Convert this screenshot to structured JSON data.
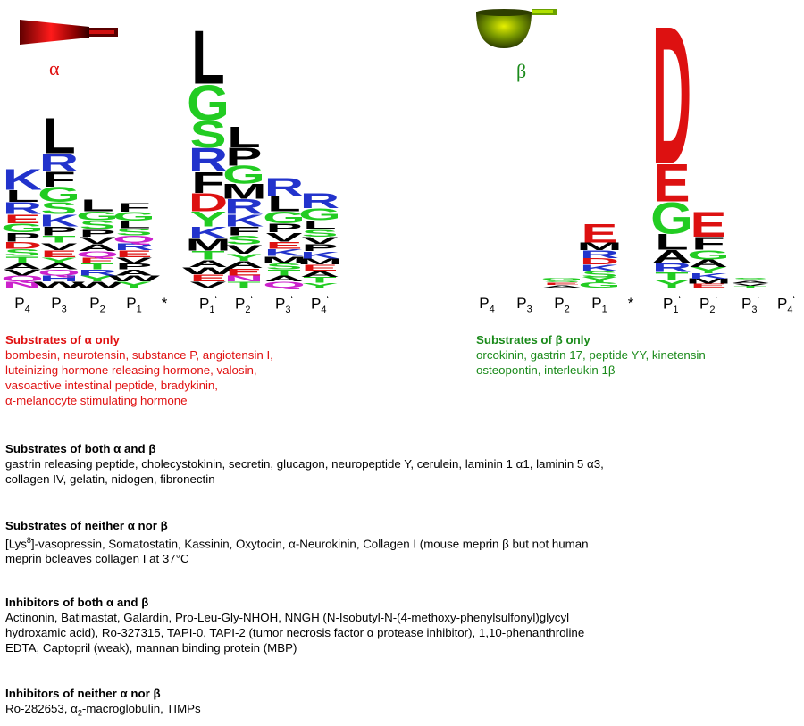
{
  "alpha_symbol": "α",
  "beta_symbol": "β",
  "positions_alpha": [
    {
      "base": "P",
      "sub": "4",
      "sup": ""
    },
    {
      "base": "P",
      "sub": "3",
      "sup": ""
    },
    {
      "base": "P",
      "sub": "2",
      "sup": ""
    },
    {
      "base": "P",
      "sub": "1",
      "sup": ""
    },
    {
      "base": "*",
      "sub": "",
      "sup": ""
    },
    {
      "base": "P",
      "sub": "1",
      "sup": "‘"
    },
    {
      "base": "P",
      "sub": "2",
      "sup": "‘"
    },
    {
      "base": "P",
      "sub": "3",
      "sup": "‘"
    },
    {
      "base": "P",
      "sub": "4",
      "sup": "‘"
    }
  ],
  "positions_beta": [
    {
      "base": "P",
      "sub": "4",
      "sup": ""
    },
    {
      "base": "P",
      "sub": "3",
      "sup": ""
    },
    {
      "base": "P",
      "sub": "2",
      "sup": ""
    },
    {
      "base": "P",
      "sub": "1",
      "sup": ""
    },
    {
      "base": "*",
      "sub": "",
      "sup": ""
    },
    {
      "base": "P",
      "sub": "1",
      "sup": "‘"
    },
    {
      "base": "P",
      "sub": "2",
      "sup": "‘"
    },
    {
      "base": "P",
      "sub": "3",
      "sup": "‘"
    },
    {
      "base": "P",
      "sub": "4",
      "sup": "‘"
    }
  ],
  "logo_alpha": [
    {
      "pos": "P4",
      "letters": [
        [
          "K",
          0.035,
          "#2233cc"
        ],
        [
          "L",
          0.02,
          "#000"
        ],
        [
          "R",
          0.02,
          "#2233cc"
        ],
        [
          "E",
          0.015,
          "#dd1111"
        ],
        [
          "G",
          0.015,
          "#22cc22"
        ],
        [
          "P",
          0.015,
          "#000"
        ],
        [
          "D",
          0.012,
          "#dd1111"
        ],
        [
          "S",
          0.012,
          "#22cc22"
        ],
        [
          "T",
          0.012,
          "#22cc22"
        ],
        [
          "A",
          0.01,
          "#000"
        ],
        [
          "V",
          0.01,
          "#000"
        ],
        [
          "Q",
          0.01,
          "#cc22cc"
        ],
        [
          "N",
          0.01,
          "#cc22cc"
        ]
      ]
    },
    {
      "pos": "P3",
      "letters": [
        [
          "L",
          0.06,
          "#000"
        ],
        [
          "R",
          0.03,
          "#2233cc"
        ],
        [
          "F",
          0.025,
          "#000"
        ],
        [
          "G",
          0.025,
          "#22cc22"
        ],
        [
          "S",
          0.02,
          "#22cc22"
        ],
        [
          "K",
          0.02,
          "#2233cc"
        ],
        [
          "P",
          0.015,
          "#000"
        ],
        [
          "T",
          0.012,
          "#22cc22"
        ],
        [
          "V",
          0.012,
          "#000"
        ],
        [
          "E",
          0.012,
          "#dd1111"
        ],
        [
          "Y",
          0.01,
          "#22cc22"
        ],
        [
          "A",
          0.01,
          "#000"
        ],
        [
          "Q",
          0.01,
          "#cc22cc"
        ],
        [
          "H",
          0.01,
          "#2233cc"
        ],
        [
          "W",
          0.01,
          "#000"
        ]
      ]
    },
    {
      "pos": "P2",
      "letters": [
        [
          "L",
          0.02,
          "#000"
        ],
        [
          "G",
          0.015,
          "#22cc22"
        ],
        [
          "S",
          0.015,
          "#22cc22"
        ],
        [
          "P",
          0.012,
          "#000"
        ],
        [
          "V",
          0.012,
          "#000"
        ],
        [
          "A",
          0.012,
          "#000"
        ],
        [
          "Q",
          0.01,
          "#cc22cc"
        ],
        [
          "E",
          0.01,
          "#dd1111"
        ],
        [
          "T",
          0.01,
          "#22cc22"
        ],
        [
          "R",
          0.01,
          "#2233cc"
        ],
        [
          "Y",
          0.01,
          "#22cc22"
        ],
        [
          "W",
          0.01,
          "#000"
        ]
      ]
    },
    {
      "pos": "P1",
      "letters": [
        [
          "F",
          0.015,
          "#000"
        ],
        [
          "G",
          0.015,
          "#22cc22"
        ],
        [
          "L",
          0.012,
          "#000"
        ],
        [
          "S",
          0.012,
          "#22cc22"
        ],
        [
          "Q",
          0.012,
          "#cc22cc"
        ],
        [
          "R",
          0.012,
          "#2233cc"
        ],
        [
          "E",
          0.012,
          "#dd1111"
        ],
        [
          "V",
          0.01,
          "#000"
        ],
        [
          "P",
          0.01,
          "#000"
        ],
        [
          "A",
          0.01,
          "#000"
        ],
        [
          "W",
          0.01,
          "#000"
        ],
        [
          "Y",
          0.01,
          "#22cc22"
        ]
      ]
    },
    {
      "pos": "P1'",
      "letters": [
        [
          "L",
          0.09,
          "#000"
        ],
        [
          "G",
          0.06,
          "#22cc22"
        ],
        [
          "S",
          0.045,
          "#22cc22"
        ],
        [
          "R",
          0.04,
          "#2233cc"
        ],
        [
          "F",
          0.035,
          "#000"
        ],
        [
          "D",
          0.03,
          "#dd1111"
        ],
        [
          "Y",
          0.025,
          "#22cc22"
        ],
        [
          "K",
          0.02,
          "#2233cc"
        ],
        [
          "M",
          0.02,
          "#000"
        ],
        [
          "T",
          0.015,
          "#22cc22"
        ],
        [
          "A",
          0.012,
          "#000"
        ],
        [
          "W",
          0.012,
          "#000"
        ],
        [
          "E",
          0.012,
          "#dd1111"
        ],
        [
          "V",
          0.01,
          "#000"
        ]
      ]
    },
    {
      "pos": "P2'",
      "letters": [
        [
          "L",
          0.035,
          "#000"
        ],
        [
          "P",
          0.03,
          "#000"
        ],
        [
          "G",
          0.03,
          "#22cc22"
        ],
        [
          "M",
          0.025,
          "#000"
        ],
        [
          "R",
          0.025,
          "#2233cc"
        ],
        [
          "K",
          0.02,
          "#2233cc"
        ],
        [
          "F",
          0.015,
          "#000"
        ],
        [
          "S",
          0.015,
          "#22cc22"
        ],
        [
          "V",
          0.015,
          "#000"
        ],
        [
          "Y",
          0.012,
          "#22cc22"
        ],
        [
          "A",
          0.012,
          "#000"
        ],
        [
          "E",
          0.012,
          "#dd1111"
        ],
        [
          "N",
          0.01,
          "#cc22cc"
        ],
        [
          "T",
          0.01,
          "#22cc22"
        ]
      ]
    },
    {
      "pos": "P3'",
      "letters": [
        [
          "R",
          0.03,
          "#2233cc"
        ],
        [
          "L",
          0.025,
          "#000"
        ],
        [
          "G",
          0.02,
          "#22cc22"
        ],
        [
          "P",
          0.015,
          "#000"
        ],
        [
          "V",
          0.015,
          "#000"
        ],
        [
          "E",
          0.012,
          "#dd1111"
        ],
        [
          "K",
          0.012,
          "#2233cc"
        ],
        [
          "M",
          0.012,
          "#000"
        ],
        [
          "S",
          0.01,
          "#22cc22"
        ],
        [
          "T",
          0.01,
          "#22cc22"
        ],
        [
          "A",
          0.01,
          "#000"
        ],
        [
          "Q",
          0.01,
          "#cc22cc"
        ]
      ]
    },
    {
      "pos": "P4'",
      "letters": [
        [
          "R",
          0.025,
          "#2233cc"
        ],
        [
          "G",
          0.02,
          "#22cc22"
        ],
        [
          "L",
          0.015,
          "#000"
        ],
        [
          "S",
          0.012,
          "#22cc22"
        ],
        [
          "V",
          0.012,
          "#000"
        ],
        [
          "P",
          0.012,
          "#000"
        ],
        [
          "K",
          0.012,
          "#2233cc"
        ],
        [
          "M",
          0.01,
          "#000"
        ],
        [
          "E",
          0.01,
          "#dd1111"
        ],
        [
          "A",
          0.01,
          "#000"
        ],
        [
          "T",
          0.01,
          "#22cc22"
        ],
        [
          "Y",
          0.008,
          "#22cc22"
        ]
      ]
    }
  ],
  "logo_beta": [
    {
      "pos": "P2",
      "letters": [
        [
          "G",
          0.004,
          "#22cc22"
        ],
        [
          "S",
          0.004,
          "#22cc22"
        ],
        [
          "E",
          0.004,
          "#dd1111"
        ],
        [
          "A",
          0.004,
          "#000"
        ]
      ]
    },
    {
      "pos": "P1",
      "letters": [
        [
          "E",
          0.03,
          "#dd1111"
        ],
        [
          "M",
          0.012,
          "#000"
        ],
        [
          "R",
          0.012,
          "#2233cc"
        ],
        [
          "D",
          0.01,
          "#dd1111"
        ],
        [
          "K",
          0.01,
          "#2233cc"
        ],
        [
          "S",
          0.01,
          "#22cc22"
        ],
        [
          "Y",
          0.008,
          "#22cc22"
        ],
        [
          "G",
          0.008,
          "#22cc22"
        ]
      ]
    },
    {
      "pos": "P1'",
      "letters": [
        [
          "D",
          0.22,
          "#dd1111"
        ],
        [
          "E",
          0.06,
          "#dd1111"
        ],
        [
          "G",
          0.05,
          "#22cc22"
        ],
        [
          "L",
          0.025,
          "#000"
        ],
        [
          "A",
          0.02,
          "#000"
        ],
        [
          "R",
          0.015,
          "#2233cc"
        ],
        [
          "T",
          0.012,
          "#22cc22"
        ],
        [
          "Y",
          0.012,
          "#22cc22"
        ]
      ]
    },
    {
      "pos": "P2'",
      "letters": [
        [
          "E",
          0.04,
          "#dd1111"
        ],
        [
          "F",
          0.02,
          "#000"
        ],
        [
          "G",
          0.015,
          "#22cc22"
        ],
        [
          "A",
          0.012,
          "#000"
        ],
        [
          "Y",
          0.01,
          "#22cc22"
        ],
        [
          "K",
          0.008,
          "#2233cc"
        ],
        [
          "M",
          0.008,
          "#000"
        ],
        [
          "E2",
          0.006,
          "#dd1111"
        ]
      ]
    },
    {
      "pos": "P3'",
      "letters": [
        [
          "S",
          0.005,
          "#22cc22"
        ],
        [
          "A",
          0.004,
          "#000"
        ],
        [
          "V",
          0.004,
          "#000"
        ],
        [
          "T",
          0.003,
          "#22cc22"
        ]
      ]
    }
  ],
  "sections": {
    "alpha_only": {
      "heading": "Substrates of α only",
      "lines": [
        "bombesin, neurotensin, substance P, angiotensin I,",
        "luteinizing hormone releasing hormone, valosin,",
        "vasoactive intestinal peptide, bradykinin,",
        "α-melanocyte stimulating hormone"
      ]
    },
    "beta_only": {
      "heading": "Substrates of β only",
      "lines": [
        "orcokinin, gastrin 17, peptide YY, kinetensin",
        "osteopontin, interleukin 1β"
      ]
    },
    "both": {
      "heading": "Substrates of both α and β",
      "lines": [
        "gastrin releasing peptide, cholecystokinin, secretin, glucagon, neuropeptide Y, cerulein, laminin 1 α1, laminin 5 α3,",
        "collagen IV, gelatin, nidogen, fibronectin"
      ]
    },
    "neither": {
      "heading": "Substrates of neither α nor β",
      "line1_pre": "[Lys",
      "line1_sup": "8",
      "line1_post": "]-vasopressin, Somatostatin, Kassinin, Oxytocin, α-Neurokinin, Collagen I (mouse meprin β  but not human",
      "line2": "meprin bcleaves collagen I at 37°C"
    },
    "inhibitors_both": {
      "heading": "Inhibitors of both α and β",
      "lines": [
        "Actinonin, Batimastat, Galardin, Pro-Leu-Gly-NHOH, NNGH (N-Isobutyl-N-(4-methoxy-phenylsulfonyl)glycyl",
        "hydroxamic acid), Ro-327315, TAPI-0, TAPI-2 (tumor necrosis factor α protease inhibitor), 1,10-phenanthroline",
        "EDTA, Captopril (weak), mannan binding protein (MBP)"
      ]
    },
    "inhibitors_neither": {
      "heading": "Inhibitors of neither α nor β",
      "pre": "Ro-282653, α",
      "sub": "2",
      "post": "-macroglobulin, TIMPs"
    }
  },
  "colors": {
    "red": "#e01010",
    "green": "#1a8a1a",
    "logo_red": "#dd1111",
    "logo_green": "#22cc22",
    "logo_blue": "#2233cc",
    "logo_black": "#000000",
    "logo_magenta": "#cc22cc"
  }
}
